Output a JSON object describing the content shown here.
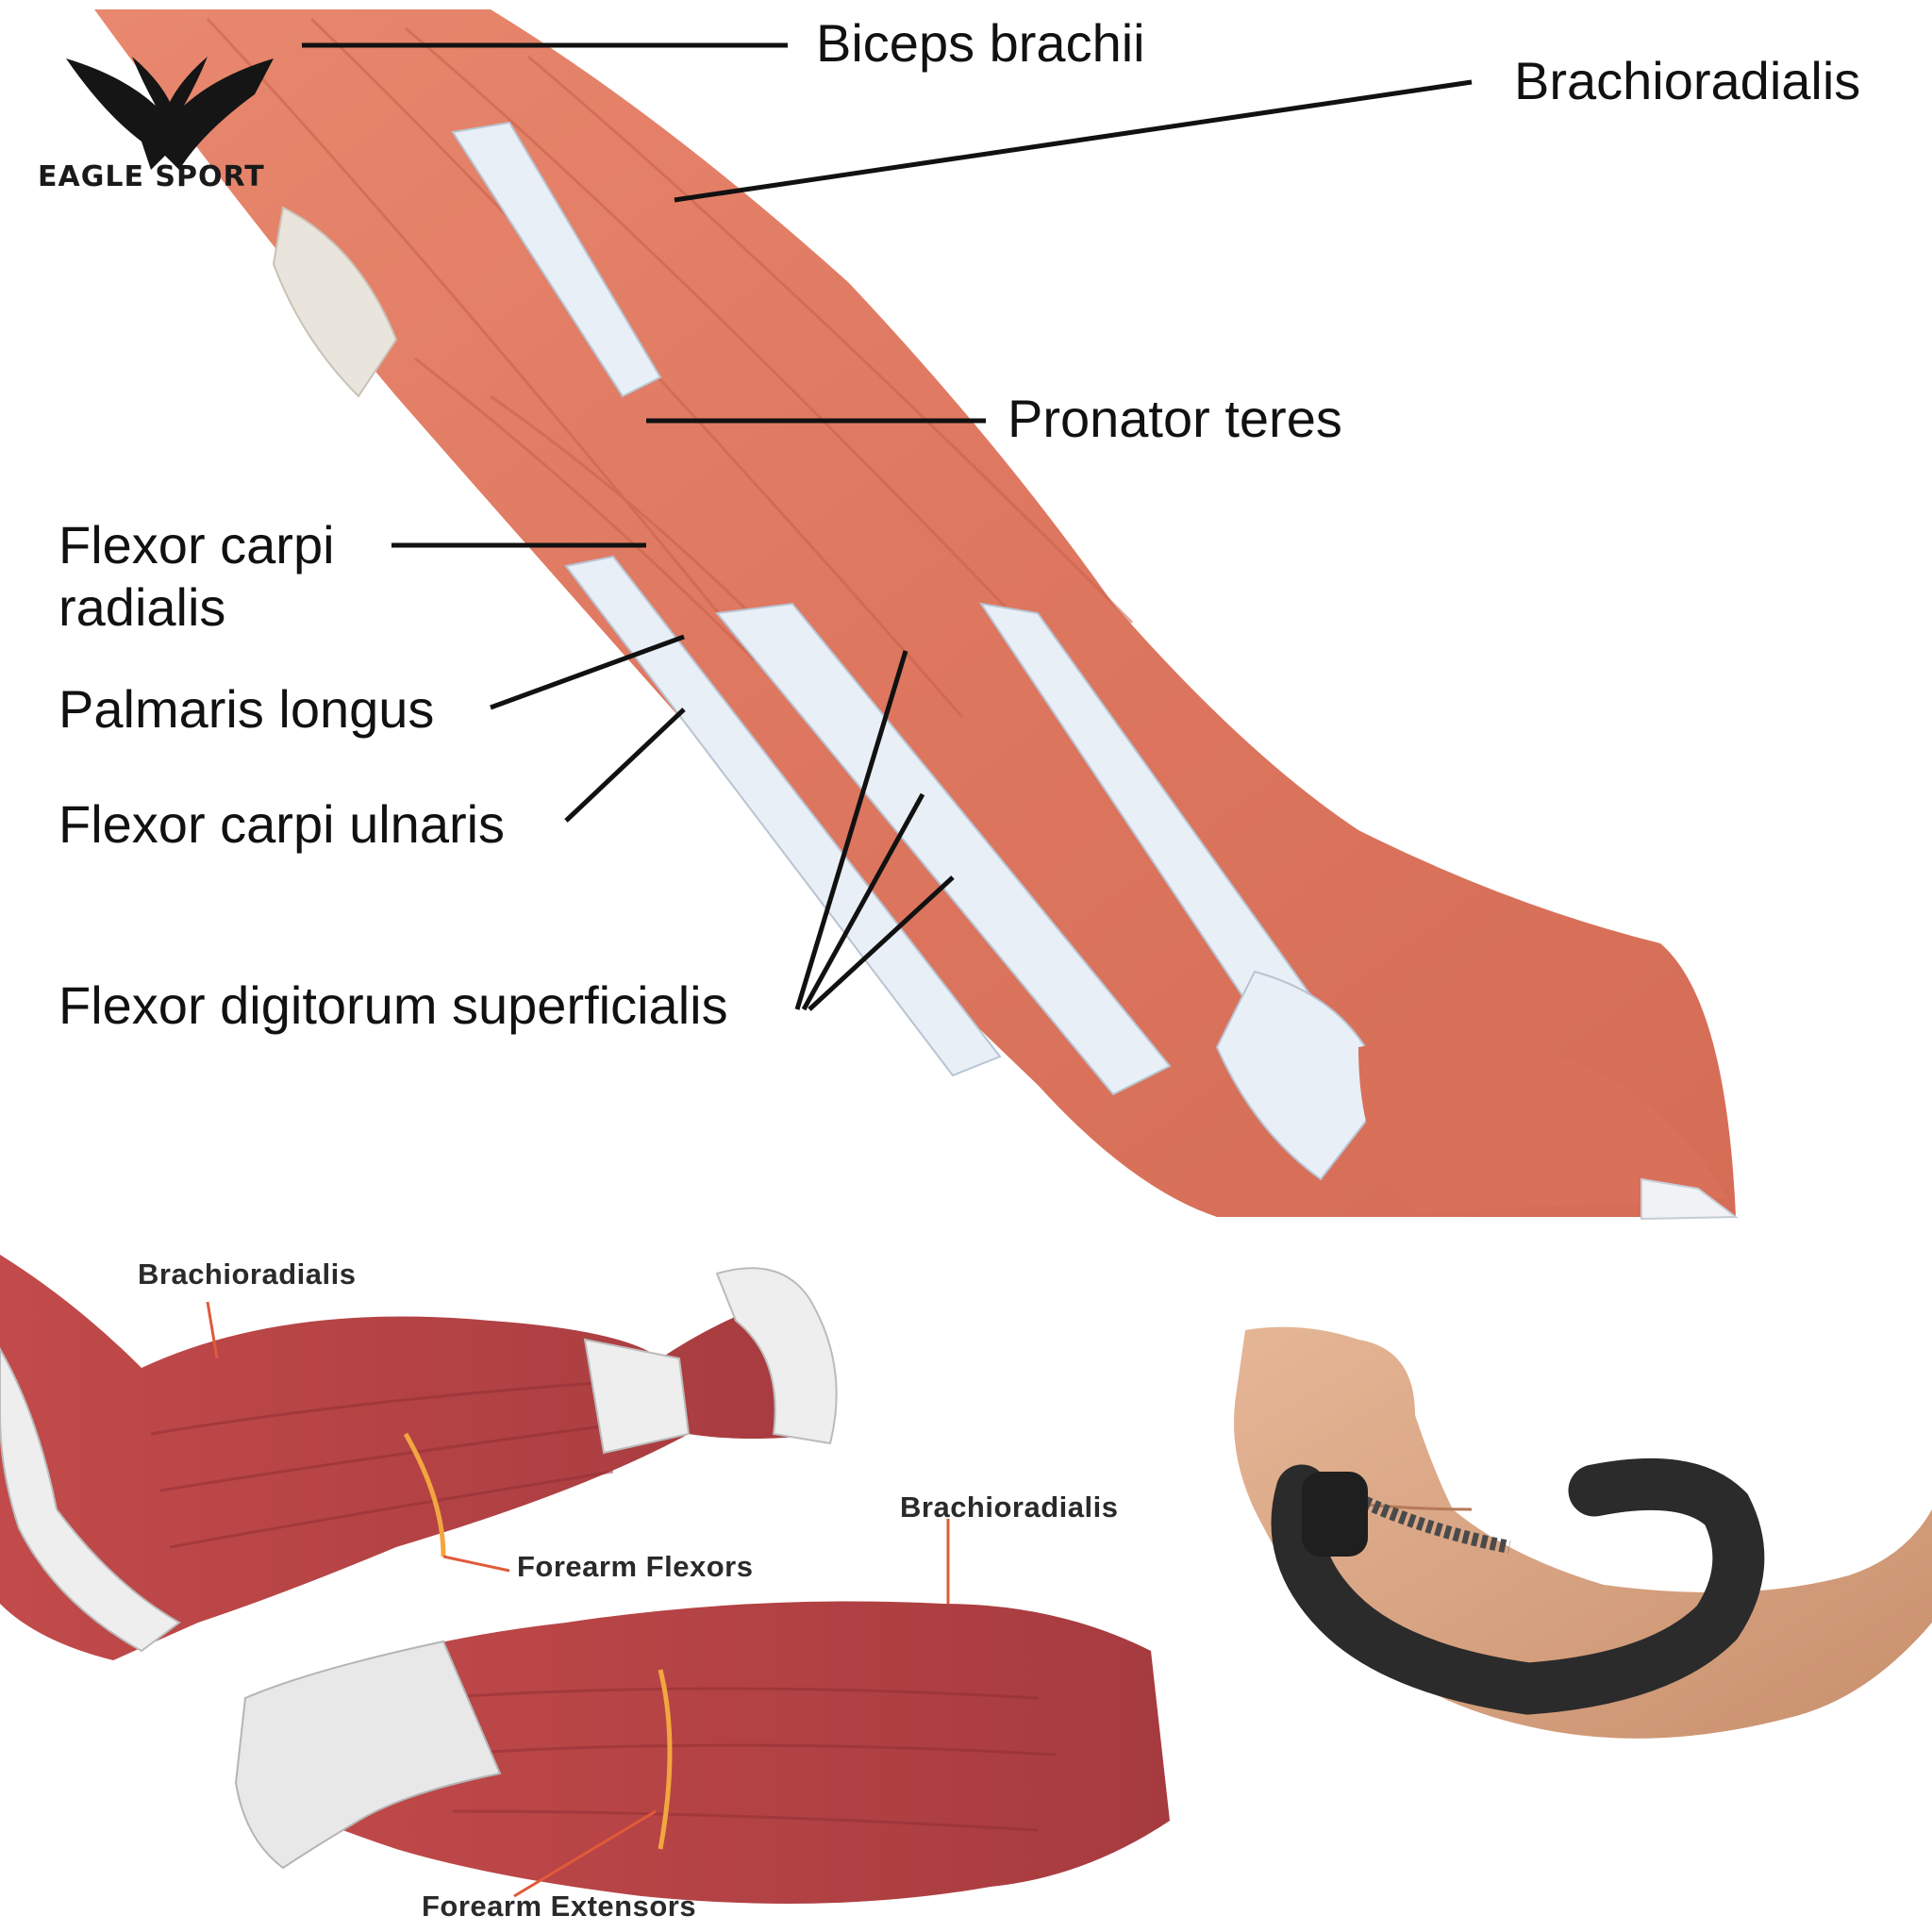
{
  "brand": {
    "name": "EAGLE SPORT"
  },
  "top_diagram": {
    "labels": {
      "biceps": "Biceps brachii",
      "brachioradialis": "Brachioradialis",
      "pronator": "Pronator teres",
      "fcr_line1": "Flexor carpi",
      "fcr_line2": "radialis",
      "palmaris": "Palmaris longus",
      "fcu": "Flexor carpi ulnaris",
      "fds": "Flexor digitorum superficialis"
    }
  },
  "bottom_left_diagram": {
    "labels": {
      "brachioradialis_upper": "Brachioradialis",
      "flexors": "Forearm Flexors",
      "brachioradialis_lower": "Brachioradialis",
      "extensors": "Forearm Extensors"
    }
  },
  "colors": {
    "muscle": "#e07c64",
    "muscle_dark": "#c85f48",
    "tendon": "#e8eef5",
    "deep_muscle": "#b84848",
    "leader_line": "#111111",
    "pointer_line": "#e05a3a",
    "band": "#f2a640",
    "skin": "#d9a585",
    "device": "#2b2b2b"
  },
  "icons": {
    "logo": "eagle-logo-icon",
    "device": "wrist-exerciser-icon"
  }
}
